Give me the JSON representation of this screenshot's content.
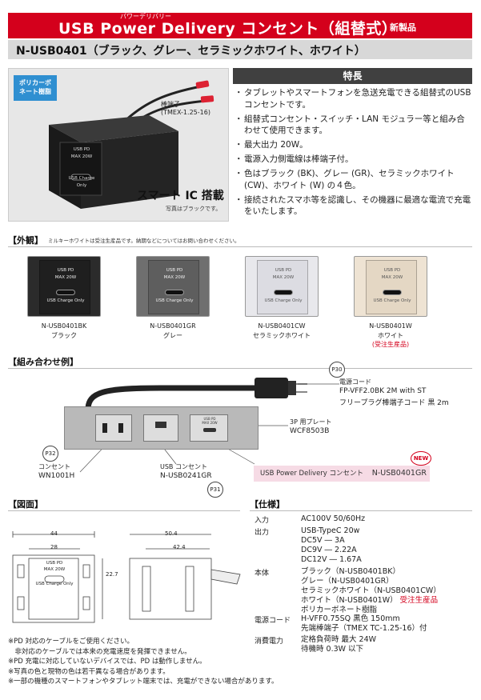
{
  "header": {
    "ruby": "パワーデリバリー",
    "title": "USB Power Delivery コンセント（組替式）",
    "new_badge": "新製品",
    "model_line": "N-USB0401（ブラック、グレー、セラミックホワイト、ホワイト）"
  },
  "hero": {
    "badge": [
      "ポリカーボ",
      "ネート樹脂"
    ],
    "terminal_label": [
      "棒端子",
      "(TMEX-1.25-16)"
    ],
    "device_text": [
      "USB PD",
      "MAX 20W",
      "USB Charge Only"
    ],
    "smart_ic": "スマート IC 搭載",
    "photo_note": "写真はブラックです。"
  },
  "features": {
    "heading": "特長",
    "items": [
      "タブレットやスマートフォンを急送充電できる組替式のUSB コンセントです。",
      "組替式コンセント・スイッチ・LAN モジュラー等と組み合わせて使用できます。",
      "最大出力 20W。",
      "電源入力側電線は棒端子付。",
      "色はブラック (BK)、グレー (GR)、セラミックホワイト (CW)、ホワイト (W) の４色。",
      "接続されたスマホ等を認識し、その機器に最適な電流で充電をいたします。"
    ]
  },
  "exterior": {
    "heading": "【外観】",
    "note": "ミルキーホワイトは受注生産品です。納期などについてはお問い合わせください。",
    "variants": [
      {
        "model": "N-USB0401BK",
        "color": "ブラック",
        "extra": "",
        "fill": "#2b2b2b",
        "face": "#1f1f1f",
        "text": "#e8e8e8"
      },
      {
        "model": "N-USB0401GR",
        "color": "グレー",
        "extra": "",
        "fill": "#6f6f6f",
        "face": "#5e5e5e",
        "text": "#f0f0f0"
      },
      {
        "model": "N-USB0401CW",
        "color": "セラミックホワイト",
        "extra": "",
        "fill": "#e8e8ec",
        "face": "#dcdce2",
        "text": "#555"
      },
      {
        "model": "N-USB0401W",
        "color": "ホワイト",
        "extra": "(受注生産品)",
        "fill": "#eee3d3",
        "face": "#e4d7c4",
        "text": "#555"
      }
    ],
    "device_text": [
      "USB PD",
      "MAX 20W",
      "USB Charge Only"
    ]
  },
  "combo": {
    "heading": "【組み合わせ例】",
    "p30": "P30",
    "p32": "P32",
    "p31": "P31",
    "cord_label": "電源コード",
    "cord_model": "FP-VFF2.0BK 2M with ST",
    "cord_desc": "フリープラグ棒端子コード 黒 2m",
    "plate_label": "3P 用プレート",
    "plate_model": "WCF8503B",
    "outlet_label": "コンセント",
    "outlet_model": "WN1001H",
    "usb_label": "USB コンセント",
    "usb_model": "N-USB0241GR",
    "pd_label": "USB Power Delivery コンセント",
    "pd_model": "N-USB0401GR",
    "new": "NEW"
  },
  "drawing": {
    "heading": "【図面】",
    "dims": {
      "w_outer": "44",
      "w_inner": "28",
      "h": "22.7",
      "side_w": "50.4",
      "side_inner": "42.4"
    },
    "device_text": [
      "USB PD",
      "MAX 20W",
      "USB Charge Only"
    ]
  },
  "specs": {
    "heading": "【仕様】",
    "rows": [
      {
        "key": "入力",
        "val": [
          "AC100V 50/60Hz"
        ]
      },
      {
        "key": "出力",
        "val": [
          "USB-TypeC 20w",
          "DC5V ― 3A",
          "DC9V ― 2.22A",
          "DC12V ― 1.67A"
        ]
      },
      {
        "key": "本体",
        "val": [
          "ブラック（N-USB0401BK）",
          "グレー（N-USB0401GR）",
          "セラミックホワイト（N-USB0401CW）",
          "ホワイト（N-USB0401W）",
          "ポリカーボネート樹脂"
        ],
        "red_suffix": "受注生産品"
      },
      {
        "key": "電源コード",
        "val": [
          "H-VFF0.75SQ 黒色 150mm",
          "先端棒端子（TMEX TC-1.25-16）付"
        ]
      },
      {
        "key": "消費電力",
        "val": [
          "定格負荷時 最大 24W",
          "待機時 0.3W 以下"
        ]
      }
    ]
  },
  "notes": [
    "※PD 対応のケーブルをご使用ください。",
    "　非対応のケーブルでは本来の充電速度を発揮できません。",
    "※PD 充電に対応していないデバイスでは、PD は動作しません。",
    "※写真の色と現物の色は若干異なる場合があります。",
    "※一部の機種のスマートフォンやタブレット端末では、充電ができない場合があります。"
  ]
}
